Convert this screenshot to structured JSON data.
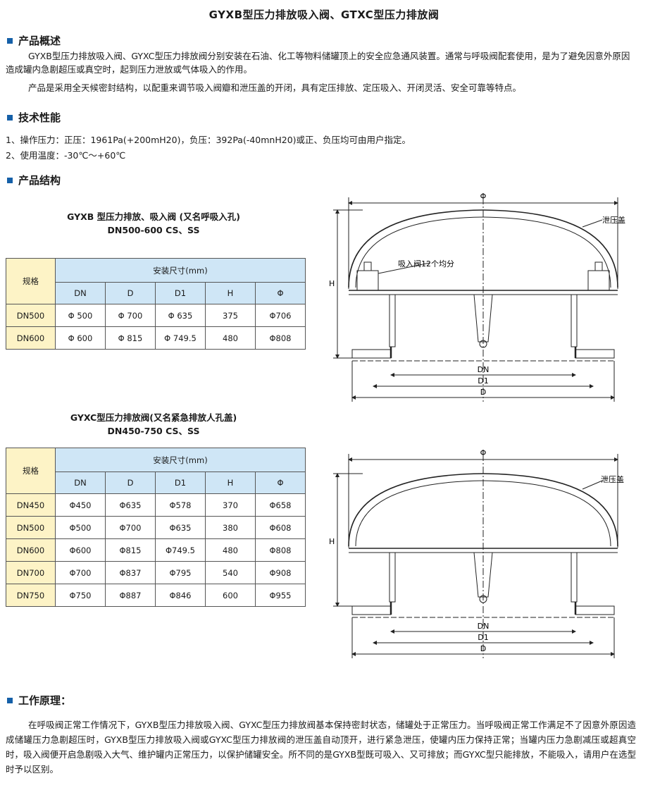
{
  "title": "GYXB型压力排放吸入阀、GTXC型压力排放阀",
  "sections": {
    "overview": {
      "heading": "产品概述",
      "p1": "GYXB型压力排放吸入阀、GYXC型压力排放阀分别安装在石油、化工等物料储罐顶上的安全应急通风装置。通常与呼吸阀配套使用，是为了避免因意外原因造成罐内急剧超压或真空时，起到压力泄放或气体吸入的作用。",
      "p2": "产品是采用全天候密封结构，以配重来调节吸入阀瓣和泄压盖的开闭，具有定压排放、定压吸入、开闭灵活、安全可靠等特点。"
    },
    "performance": {
      "heading": "技术性能",
      "item1": "1、操作压力：正压：1961Pa(+200mH20)，负压：392Pa(-40mnH20)或正、负压均可由用户指定。",
      "item2": "2、使用温度：-30℃～+60℃"
    },
    "structure": {
      "heading": "产品结构"
    },
    "principle": {
      "heading": "工作原理：",
      "text": "在呼吸阀正常工作情况下，GYXB型压力排放吸入阀、GYXC型压力排放阀基本保持密封状态，储罐处于正常压力。当呼吸阀正常工作满足不了因意外原因造成储罐压力急剧超压时，GYXB型压力排放吸入阀或GYXC型压力排放阀的泄压盖自动顶开，进行紧急泄压，使罐内压力保持正常；当罐内压力急剧减压或超真空时，吸入阀便开启急剧吸入大气、维护罐内正常压力，以保护储罐安全。所不同的是GYXB型既可吸入、又可排放；而GYXC型只能排放，不能吸入，请用户在选型时予以区别。"
    }
  },
  "table1": {
    "title_line1": "GYXB 型压力排放、吸入阀   (又名呼吸入孔)",
    "title_line2": "DN500-600 CS、SS",
    "spec_label": "规格",
    "group_label": "安装尺寸(mm)",
    "columns": [
      "DN",
      "D",
      "D1",
      "H",
      "Φ"
    ],
    "rows": [
      {
        "name": "DN500",
        "cells": [
          "Φ 500",
          "Φ 700",
          "Φ 635",
          "375",
          "Φ706"
        ]
      },
      {
        "name": "DN600",
        "cells": [
          "Φ 600",
          "Φ 815",
          "Φ 749.5",
          "480",
          "Φ808"
        ]
      }
    ]
  },
  "table2": {
    "title_line1": "GYXC型压力排放阀(又名紧急排放人孔盖)",
    "title_line2": "DN450-750 CS、SS",
    "spec_label": "规格",
    "group_label": "安装尺寸(mm)",
    "columns": [
      "DN",
      "D",
      "D1",
      "H",
      "Φ"
    ],
    "rows": [
      {
        "name": "DN450",
        "cells": [
          "Φ450",
          "Φ635",
          "Φ578",
          "370",
          "Φ658"
        ]
      },
      {
        "name": "DN500",
        "cells": [
          "Φ500",
          "Φ700",
          "Φ635",
          "380",
          "Φ608"
        ]
      },
      {
        "name": "DN600",
        "cells": [
          "Φ600",
          "Φ815",
          "Φ749.5",
          "480",
          "Φ808"
        ]
      },
      {
        "name": "DN700",
        "cells": [
          "Φ700",
          "Φ837",
          "Φ795",
          "540",
          "Φ908"
        ]
      },
      {
        "name": "DN750",
        "cells": [
          "Φ750",
          "Φ887",
          "Φ846",
          "600",
          "Φ955"
        ]
      }
    ]
  },
  "drawing1": {
    "phi": "Φ",
    "h": "H",
    "dn": "DN",
    "d1": "D1",
    "d": "D",
    "cover_label": "泄压盖",
    "valve_label": "吸入阀12个均分"
  },
  "drawing2": {
    "phi": "Φ",
    "h": "H",
    "dn": "DN",
    "d1": "D1",
    "d": "D",
    "cover_label": "泄压盖"
  }
}
